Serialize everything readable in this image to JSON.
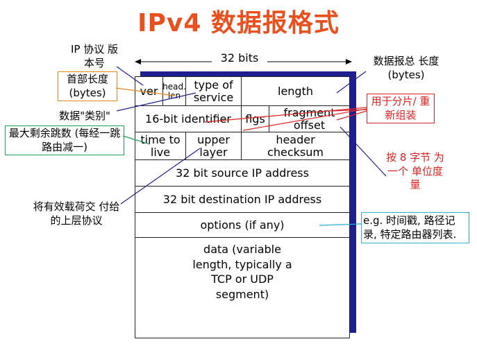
{
  "title": "IPv4 数据报格式",
  "width_label": "32 bits",
  "fields": {
    "ver": "ver",
    "head_len": "head. len",
    "tos": "type of service",
    "length": "length",
    "identifier": "16-bit identifier",
    "flags": "flgs",
    "frag_offset": "fragment offset",
    "ttl": "time to live",
    "upper_layer": "upper layer",
    "checksum": "header checksum",
    "src": "32 bit source IP address",
    "dst": "32 bit destination IP address",
    "options": "options (if any)",
    "data": "data (variable length, typically a TCP or UDP segment)"
  },
  "annotations": {
    "ip_version": "IP 协议 版本号",
    "header_len": "首部长度 (bytes)",
    "datagram_type": "数据\"类别\"",
    "ttl_note": "最大剩余跳数 (每经一跳路由减一)",
    "upper_note": "将有效载荷交 付给的上层协议",
    "total_len": "数据报总 长度 (bytes)",
    "frag_note": "用于分片/ 重新组装",
    "offset_unit": "按 8 字节 为一个 单位度量",
    "options_note": "e.g. 时间戳, 路径记录, 特定路由器列表."
  },
  "colors": {
    "title": "#e8501f",
    "shadow": "#1f1f8f",
    "red": "#e02020",
    "orange": "#e8841f",
    "green": "#22a055",
    "cyan": "#2ab0d0"
  }
}
